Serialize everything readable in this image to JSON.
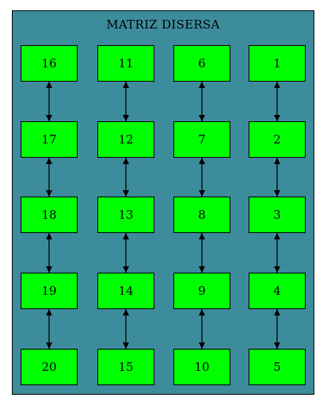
{
  "cluster": {
    "title": "MATRIZ DISERSA",
    "fill_color": "#3d8c9c",
    "node_fill_color": "#00ff00"
  },
  "columns": [
    [
      "16",
      "17",
      "18",
      "19",
      "20"
    ],
    [
      "11",
      "12",
      "13",
      "14",
      "15"
    ],
    [
      "6",
      "7",
      "8",
      "9",
      "10"
    ],
    [
      "1",
      "2",
      "3",
      "4",
      "5"
    ]
  ],
  "edges": {
    "direction": "both",
    "style": "vertical chain within each column"
  }
}
